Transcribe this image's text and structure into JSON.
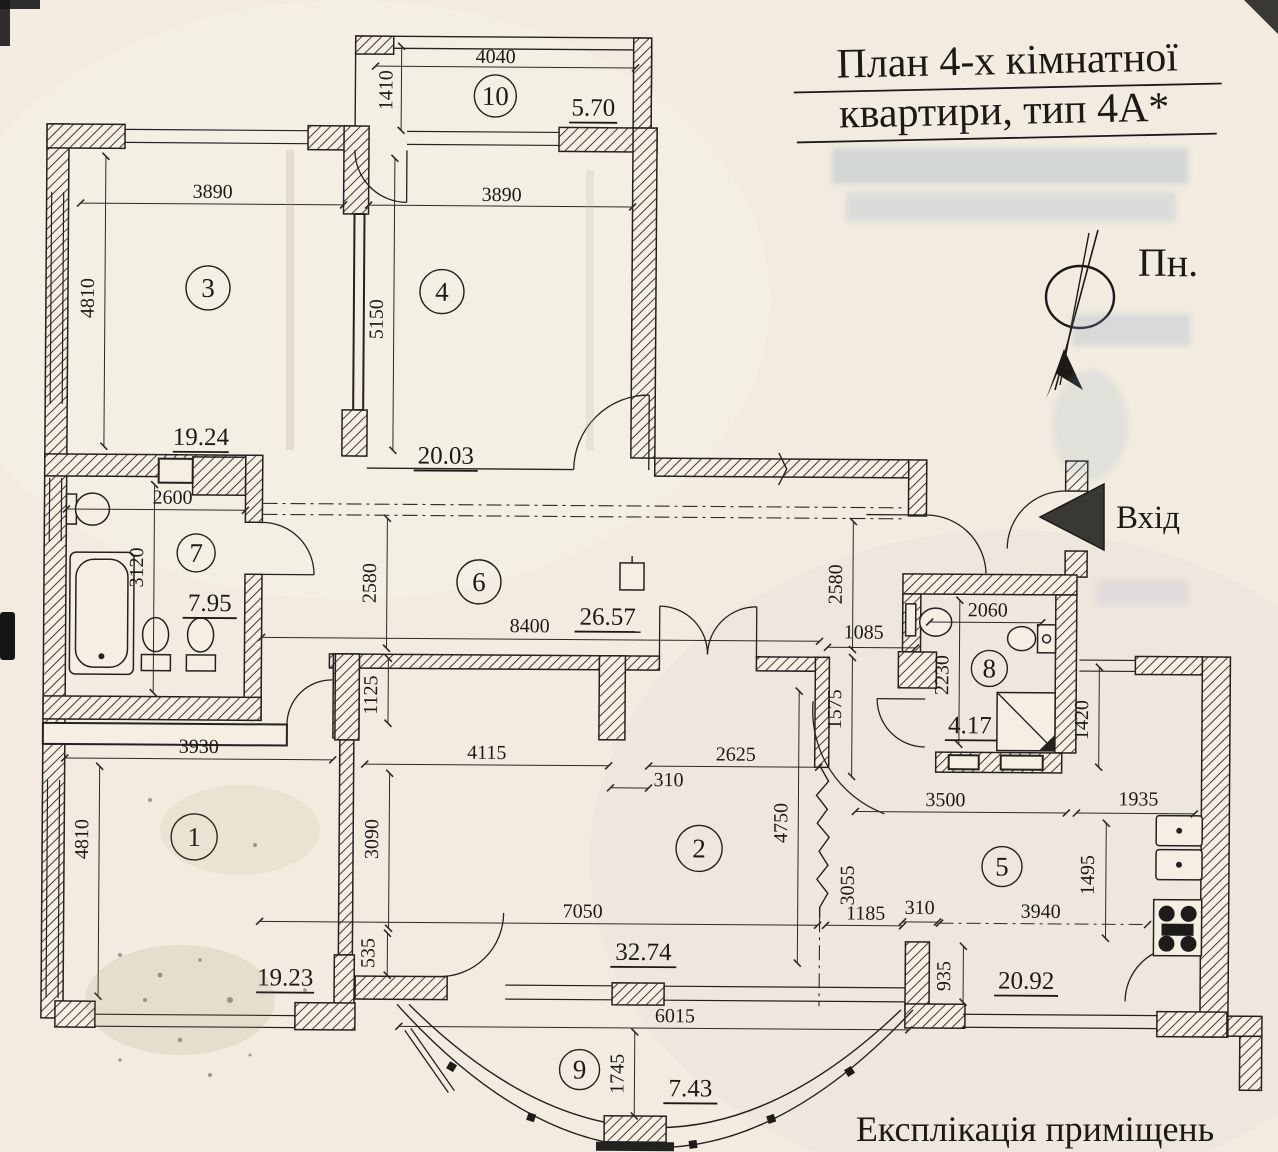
{
  "document": {
    "title_line1": "План 4-х кімнатної",
    "title_line2": "квартири, тип 4А*",
    "north_label": "Пн.",
    "entrance_label": "Вхід",
    "footer": "Експлікація приміщень"
  },
  "rooms": [
    {
      "number": "1",
      "area": "19.23"
    },
    {
      "number": "2",
      "area": "32.74"
    },
    {
      "number": "3",
      "area": "19.24"
    },
    {
      "number": "4",
      "area": "20.03"
    },
    {
      "number": "5",
      "area": "20.92"
    },
    {
      "number": "6",
      "area": "26.57"
    },
    {
      "number": "7",
      "area": "7.95"
    },
    {
      "number": "8",
      "area": "4.17"
    },
    {
      "number": "9",
      "area": "7.43"
    },
    {
      "number": "10",
      "area": "5.70"
    }
  ],
  "dimensions_mm": {
    "balcony10_width": "4040",
    "balcony10_depth": "1410",
    "room3_width": "3890",
    "room4_width": "3890",
    "room3_height": "4810",
    "rooms34_divider": "5150",
    "bath_width": "2600",
    "bath_height": "3120",
    "hall_height_left": "2580",
    "hall_height_right": "2580",
    "hall_length": "8400",
    "hall_right_opening": "1085",
    "passage_height": "1125",
    "lobby_height": "1575",
    "wc2_width": "2060",
    "wc2_height": "2230",
    "kitchen_hall_height": "1420",
    "room1_width": "3930",
    "room1_height": "4810",
    "room2_width_left": "4115",
    "room2_column": "310",
    "room2_width_right": "2625",
    "room2_height_right": "4750",
    "room2_partition": "3055",
    "rooms12_divider": "3090",
    "divider_stub": "535",
    "room2_bottom_width": "7050",
    "walkway_width": "1185",
    "kitchen_column": "310",
    "kitchen_bottom_width": "3940",
    "kitchen_width_left": "3500",
    "kitchen_width_right": "1935",
    "kitchen_height_right": "1495",
    "kitchen_pier": "935",
    "balcony9_width": "6015",
    "balcony9_depth": "1745"
  }
}
